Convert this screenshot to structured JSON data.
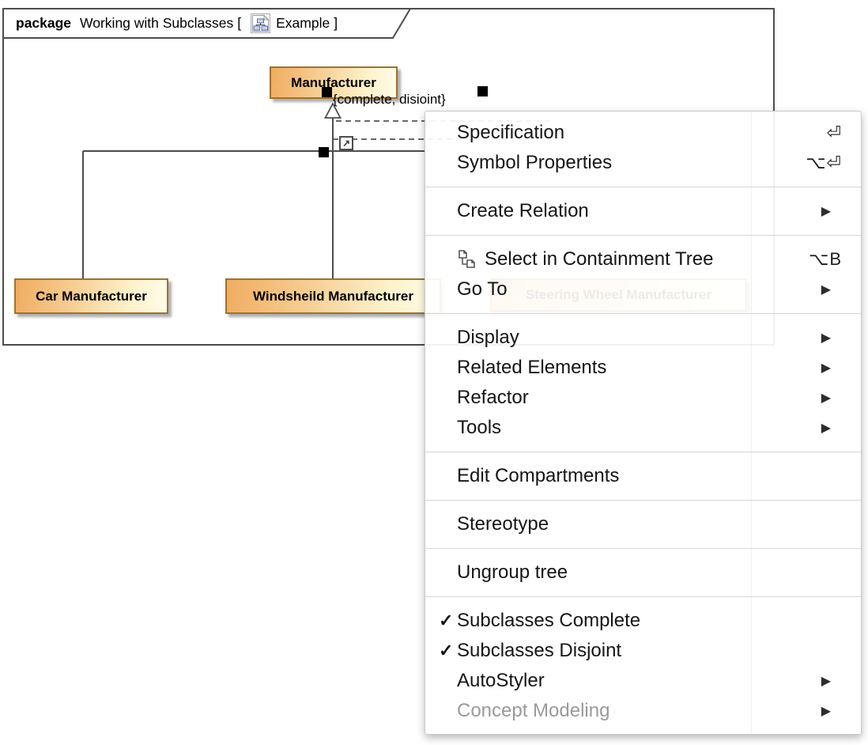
{
  "glyphs": {
    "checkmark": "✓",
    "submenu_arrow": "▶",
    "external_link_arrow": "↗"
  },
  "diagram": {
    "frame": {
      "keyword": "package",
      "name": "Working with Subclasses",
      "bracket_open": "[",
      "bracket_close": "]",
      "diagram_name": "Example",
      "icon": "diagram-icon"
    },
    "constraint_label": "{complete, disioint}",
    "classes": [
      {
        "label": "Manufacturer"
      },
      {
        "label": "Car Manufacturer"
      },
      {
        "label": "Windsheild Manufacturer"
      },
      {
        "label": "Steering Wheel Manufacturer",
        "ghosted_under_menu": true
      }
    ],
    "colors": {
      "class_fill_start": "#f0ac60",
      "class_fill_end": "#fffce9",
      "class_border": "#a1712d",
      "line": "#4d4d4d"
    }
  },
  "context_menu": {
    "sections": [
      {
        "items": [
          {
            "label": "Specification",
            "shortcut": "⏎"
          },
          {
            "label": "Symbol Properties",
            "shortcut": "⌥⏎"
          }
        ]
      },
      {
        "items": [
          {
            "label": "Create Relation",
            "submenu": true
          }
        ]
      },
      {
        "items": [
          {
            "label": "Select in Containment Tree",
            "icon": "containment-tree-icon",
            "shortcut": "⌥B"
          },
          {
            "label": "Go To",
            "submenu": true
          }
        ]
      },
      {
        "items": [
          {
            "label": "Display",
            "submenu": true
          },
          {
            "label": "Related Elements",
            "submenu": true
          },
          {
            "label": "Refactor",
            "submenu": true
          },
          {
            "label": "Tools",
            "submenu": true
          }
        ]
      },
      {
        "items": [
          {
            "label": "Edit Compartments"
          }
        ]
      },
      {
        "items": [
          {
            "label": "Stereotype"
          }
        ]
      },
      {
        "items": [
          {
            "label": "Ungroup tree"
          }
        ]
      },
      {
        "items": [
          {
            "label": "Subclasses Complete",
            "checked": true
          },
          {
            "label": "Subclasses Disjoint",
            "checked": true
          },
          {
            "label": "AutoStyler",
            "submenu": true
          },
          {
            "label": "Concept Modeling",
            "submenu": true,
            "disabled": true
          }
        ]
      }
    ]
  }
}
